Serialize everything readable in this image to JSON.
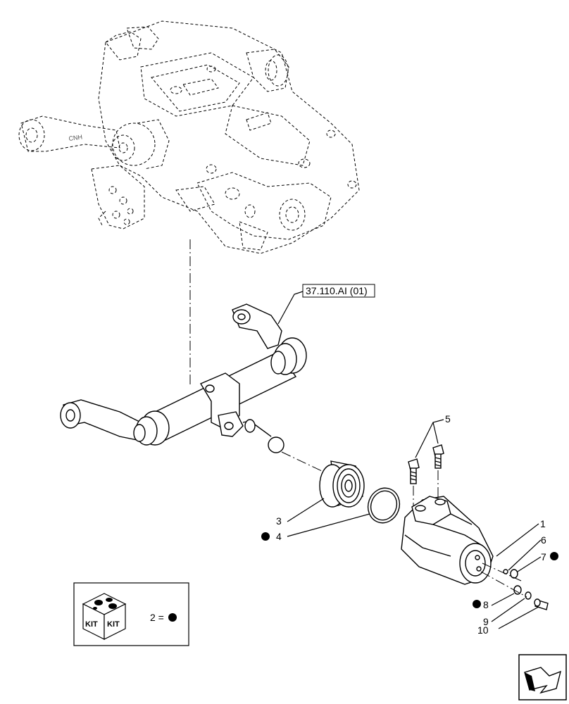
{
  "reference_label": "37.110.AI (01)",
  "callouts": [
    {
      "id": "c1",
      "text": "1",
      "kit": false
    },
    {
      "id": "c3",
      "text": "3",
      "kit": false
    },
    {
      "id": "c4",
      "text": "4",
      "kit": true
    },
    {
      "id": "c5",
      "text": "5",
      "kit": false
    },
    {
      "id": "c6",
      "text": "6",
      "kit": false
    },
    {
      "id": "c7",
      "text": "7",
      "kit": true
    },
    {
      "id": "c8",
      "text": "8",
      "kit": true
    },
    {
      "id": "c9",
      "text": "9",
      "kit": false
    },
    {
      "id": "c10",
      "text": "10",
      "kit": false
    }
  ],
  "legend": {
    "kit_word_1": "KIT",
    "kit_word_2": "KIT",
    "equation": "2 ="
  },
  "nav_icon": "next-page-arrow-icon"
}
